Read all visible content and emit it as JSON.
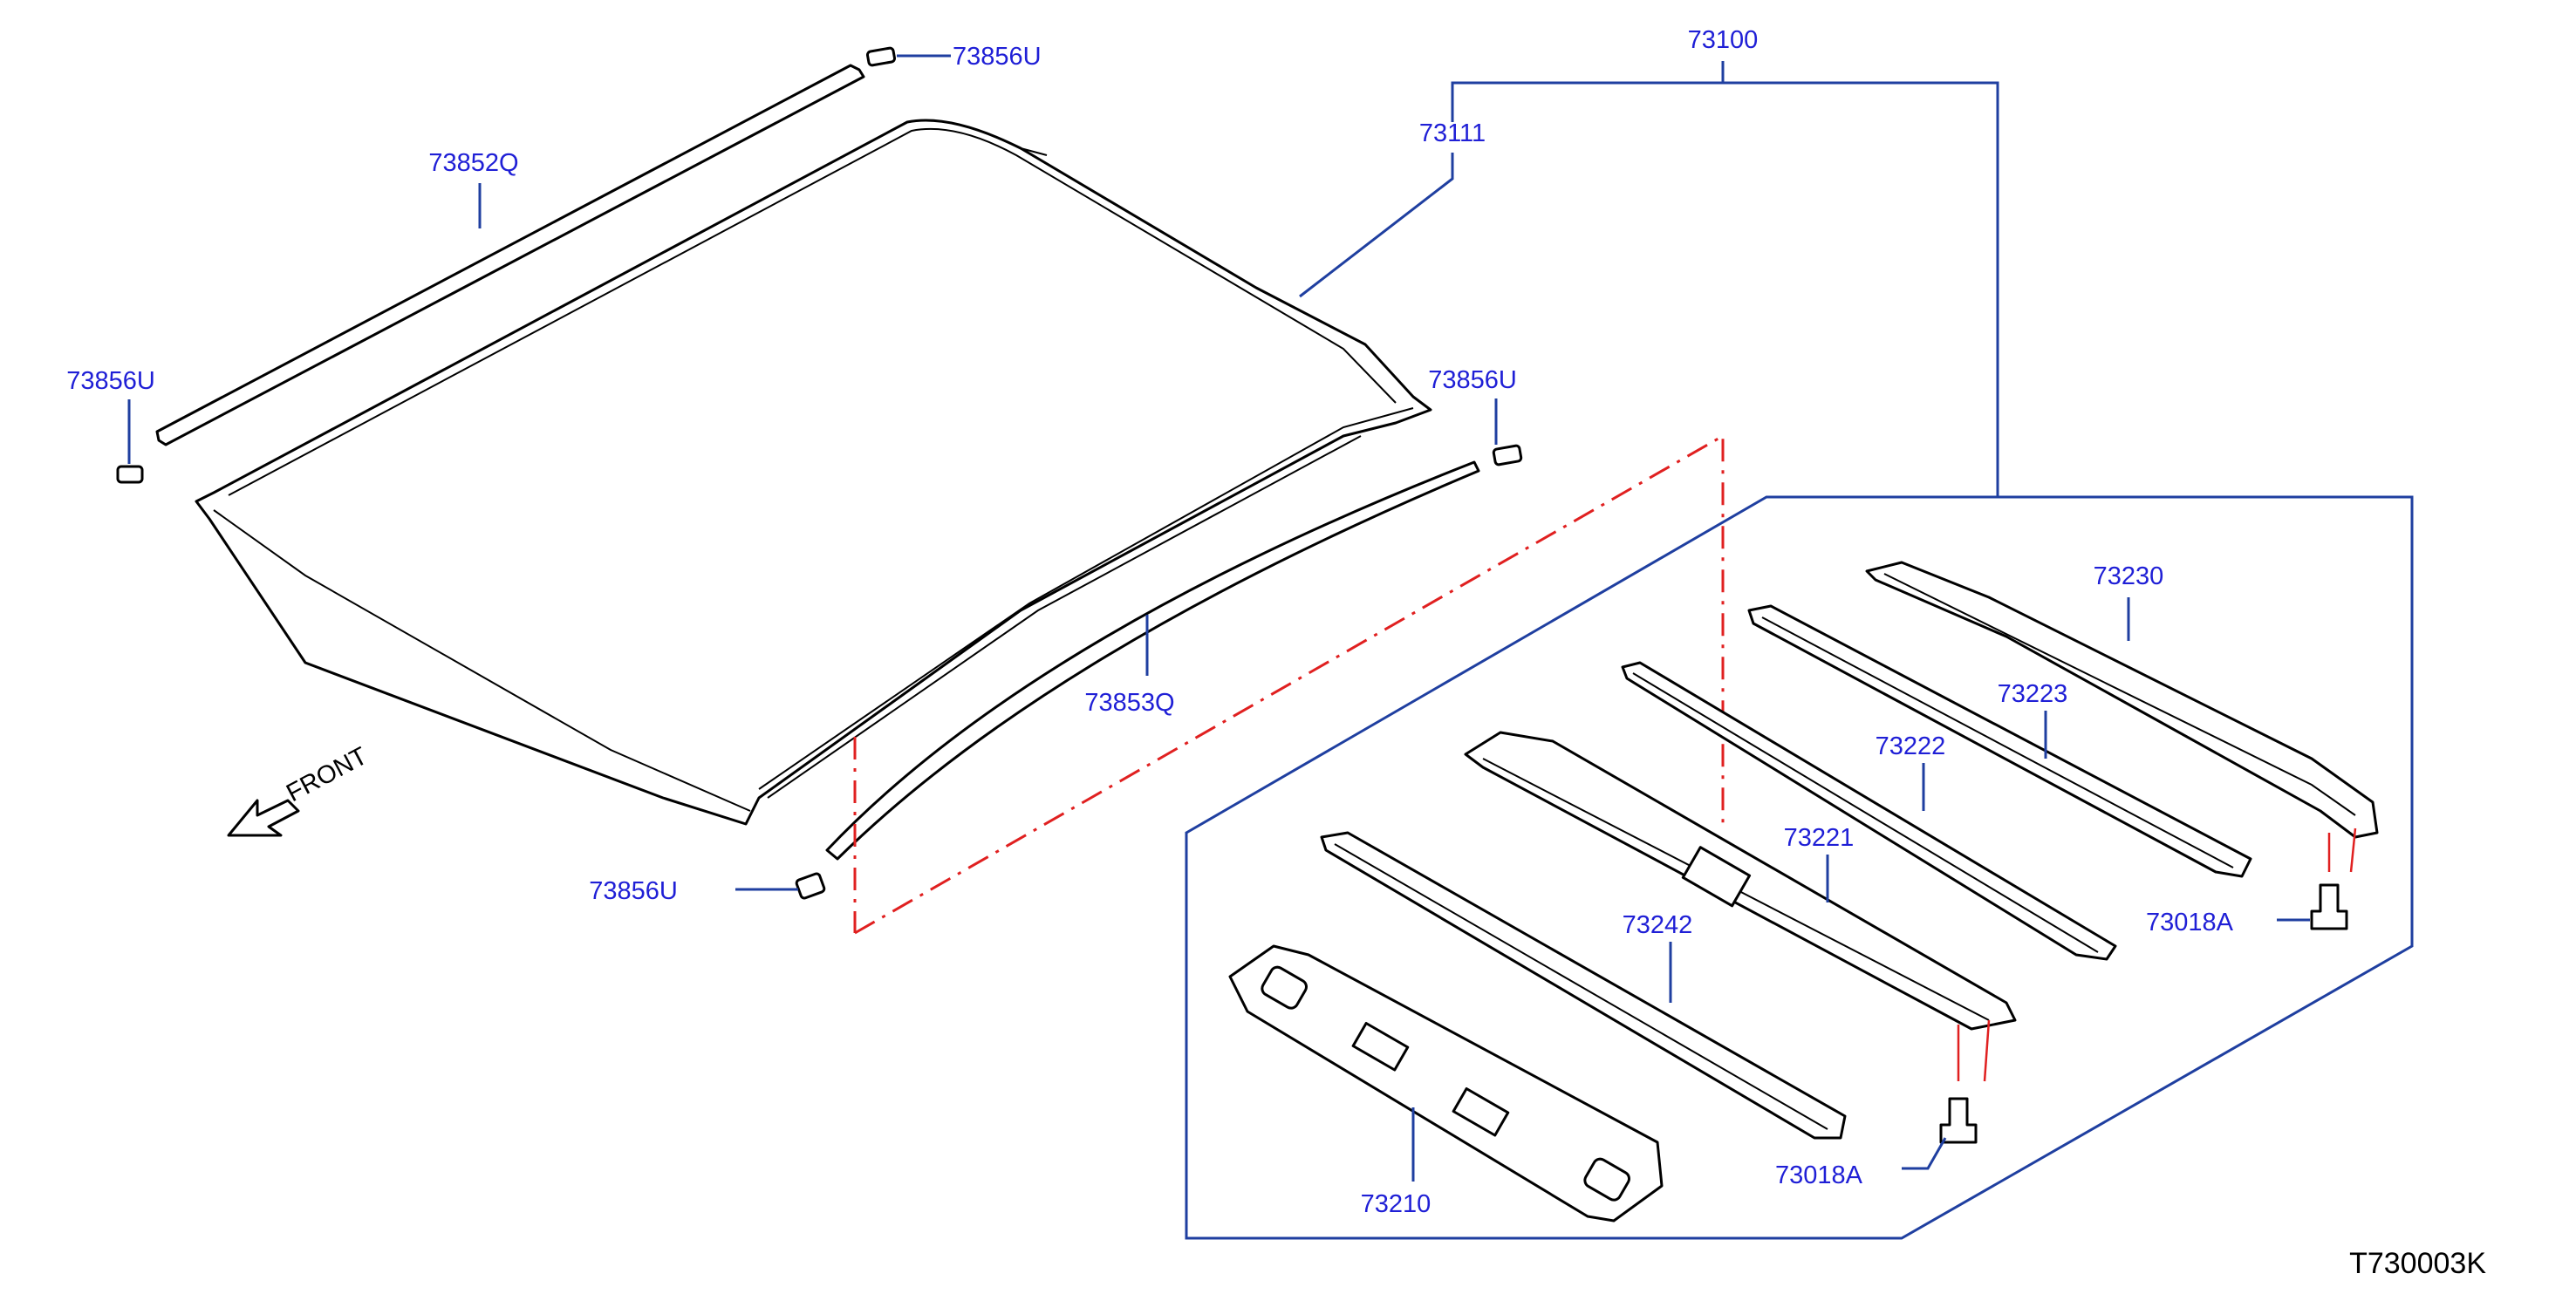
{
  "diagram": {
    "reference_code": "T730003K",
    "front_indicator": "FRONT",
    "parts": {
      "roof_assembly": "73100",
      "roof_panel": "73111",
      "molding_left": "73852Q",
      "molding_right": "73853Q",
      "clip_top": "73856U",
      "clip_left": "73856U",
      "clip_right": "73856U",
      "clip_bottom": "73856U",
      "rail_front": "73210",
      "rail_center_bow": "73221",
      "rail_bow_2": "73222",
      "rail_bow_3": "73223",
      "rail_rear": "73230",
      "rail_reinforcement": "73242",
      "bolt_lower": "73018A",
      "bolt_upper": "73018A"
    },
    "colors": {
      "label_text": "#1f1fd6",
      "leader_lines": "#1f3fa0",
      "alignment_dash": "#e02020",
      "part_outline": "#000000"
    }
  }
}
